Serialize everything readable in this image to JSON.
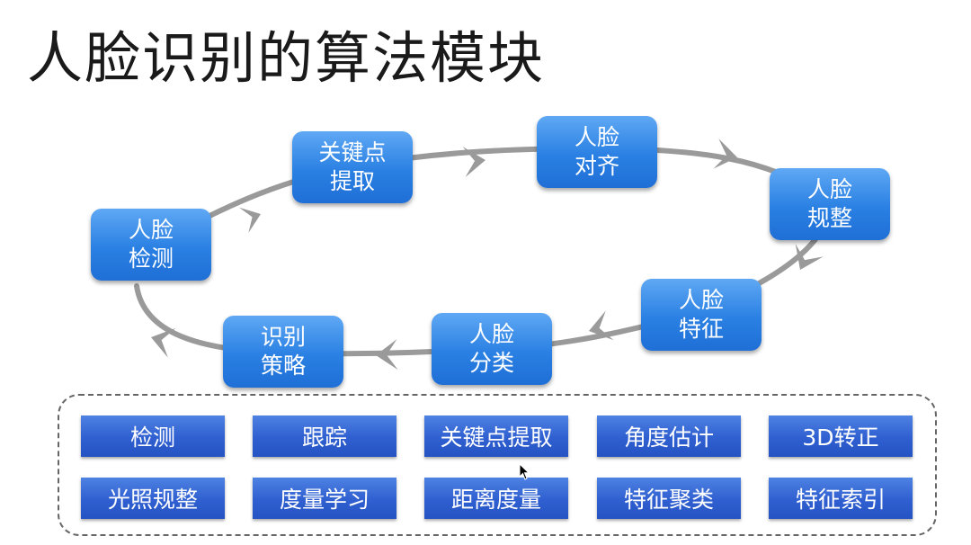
{
  "title": "人脸识别的算法模块",
  "flow_nodes": [
    {
      "id": "detect",
      "lines": [
        "人脸",
        "检测"
      ]
    },
    {
      "id": "keypoint",
      "lines": [
        "关键点",
        "提取"
      ]
    },
    {
      "id": "align",
      "lines": [
        "人脸",
        "对齐"
      ]
    },
    {
      "id": "normalize",
      "lines": [
        "人脸",
        "规整"
      ]
    },
    {
      "id": "feature",
      "lines": [
        "人脸",
        "特征"
      ]
    },
    {
      "id": "classify",
      "lines": [
        "人脸",
        "分类"
      ]
    },
    {
      "id": "strategy",
      "lines": [
        "识别",
        "策略"
      ]
    }
  ],
  "modules": [
    [
      "检测",
      "跟踪",
      "关键点提取",
      "角度估计",
      "3D转正"
    ],
    [
      "光照规整",
      "度量学习",
      "距离度量",
      "特征聚类",
      "特征索引"
    ]
  ],
  "colors": {
    "node_blue": "#2a80e3",
    "module_blue": "#2f5fd0",
    "loop_gray": "#9a9a9a"
  }
}
